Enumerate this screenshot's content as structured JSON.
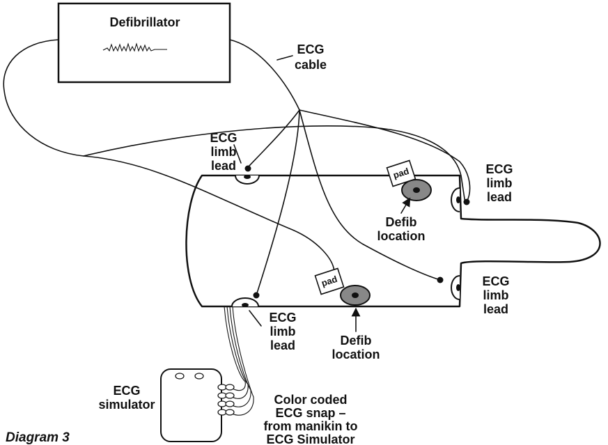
{
  "defibrillator": {
    "label": "Defibrillator"
  },
  "ecg_cable": {
    "line1": "ECG",
    "line2": "cable"
  },
  "limb_leads": [
    {
      "line1": "ECG",
      "line2": "limb",
      "line3": "lead"
    },
    {
      "line1": "ECG",
      "line2": "limb",
      "line3": "lead"
    },
    {
      "line1": "ECG",
      "line2": "limb",
      "line3": "lead"
    },
    {
      "line1": "ECG",
      "line2": "limb",
      "line3": "lead"
    }
  ],
  "pads": [
    {
      "label": "pad"
    },
    {
      "label": "pad"
    }
  ],
  "defib_locations": [
    {
      "line1": "Defib",
      "line2": "location"
    },
    {
      "line1": "Defib",
      "line2": "location"
    }
  ],
  "simulator": {
    "line1": "ECG",
    "line2": "simulator"
  },
  "snap_note": {
    "line1": "Color coded",
    "line2": "ECG snap –",
    "line3": "from manikin to",
    "line4": "ECG Simulator"
  },
  "caption": "Diagram 3"
}
